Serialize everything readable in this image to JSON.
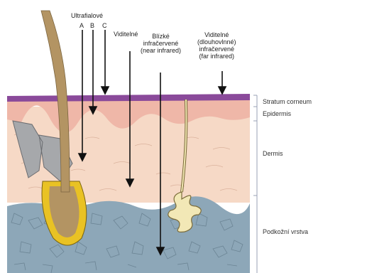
{
  "labels": {
    "ultraviolet": "Ultrafialové",
    "uv_a": "A",
    "uv_b": "B",
    "uv_c": "C",
    "visible": "Viditelné",
    "near_ir_1": "Blízké",
    "near_ir_2": "infračervené",
    "near_ir_3": "(near infrared)",
    "far_ir_1": "Viditelné",
    "far_ir_2": "(dlouhovlnné)",
    "far_ir_3": "infračervené",
    "far_ir_4": "(far infrared)"
  },
  "layers": {
    "stratum_corneum": "Stratum corneum",
    "epidermis": "Epidermis",
    "dermis": "Dermis",
    "subcutis": "Podkožní vrstva"
  },
  "colors": {
    "stratum": "#8a4a9a",
    "epidermis": "#efb7a8",
    "dermis": "#f6d9c6",
    "subcutis": "#8da7b8",
    "hair": "#b39463",
    "follicle": "#e9c224"
  }
}
